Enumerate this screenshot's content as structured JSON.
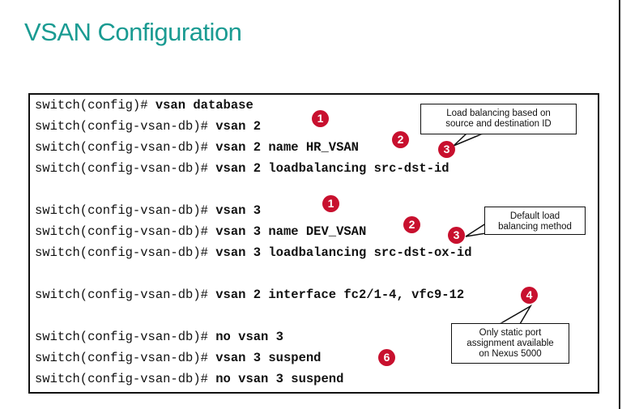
{
  "title": "VSAN Configuration",
  "lines": [
    {
      "prompt": "switch(config)# ",
      "cmd": "vsan database"
    },
    {
      "prompt": "switch(config-vsan-db)# ",
      "cmd": "vsan 2"
    },
    {
      "prompt": "switch(config-vsan-db)# ",
      "cmd": "vsan 2 name HR_VSAN"
    },
    {
      "prompt": "switch(config-vsan-db)# ",
      "cmd": "vsan 2 loadbalancing src-dst-id"
    },
    {
      "prompt": "switch(config-vsan-db)# ",
      "cmd": "vsan 3"
    },
    {
      "prompt": "switch(config-vsan-db)# ",
      "cmd": "vsan 3 name DEV_VSAN"
    },
    {
      "prompt": "switch(config-vsan-db)# ",
      "cmd": "vsan 3 loadbalancing src-dst-ox-id"
    },
    {
      "prompt": "switch(config-vsan-db)# ",
      "cmd": "vsan 2 interface fc2/1-4, vfc9-12"
    },
    {
      "prompt": "switch(config-vsan-db)# ",
      "cmd": "no vsan 3"
    },
    {
      "prompt": "switch(config-vsan-db)# ",
      "cmd": "vsan 3 suspend"
    },
    {
      "prompt": "switch(config-vsan-db)# ",
      "cmd": "no vsan 3 suspend"
    }
  ],
  "badges": [
    "1",
    "2",
    "3",
    "1",
    "2",
    "3",
    "4",
    "6"
  ],
  "callouts": [
    {
      "line1": "Load balancing based on",
      "line2": "source and destination ID",
      "line3": ""
    },
    {
      "line1": "Default load",
      "line2": "balancing method",
      "line3": ""
    },
    {
      "line1": "Only static port",
      "line2": "assignment available",
      "line3": "on Nexus 5000"
    }
  ],
  "colors": {
    "title": "#1a9b92",
    "badge": "#c8102e"
  }
}
